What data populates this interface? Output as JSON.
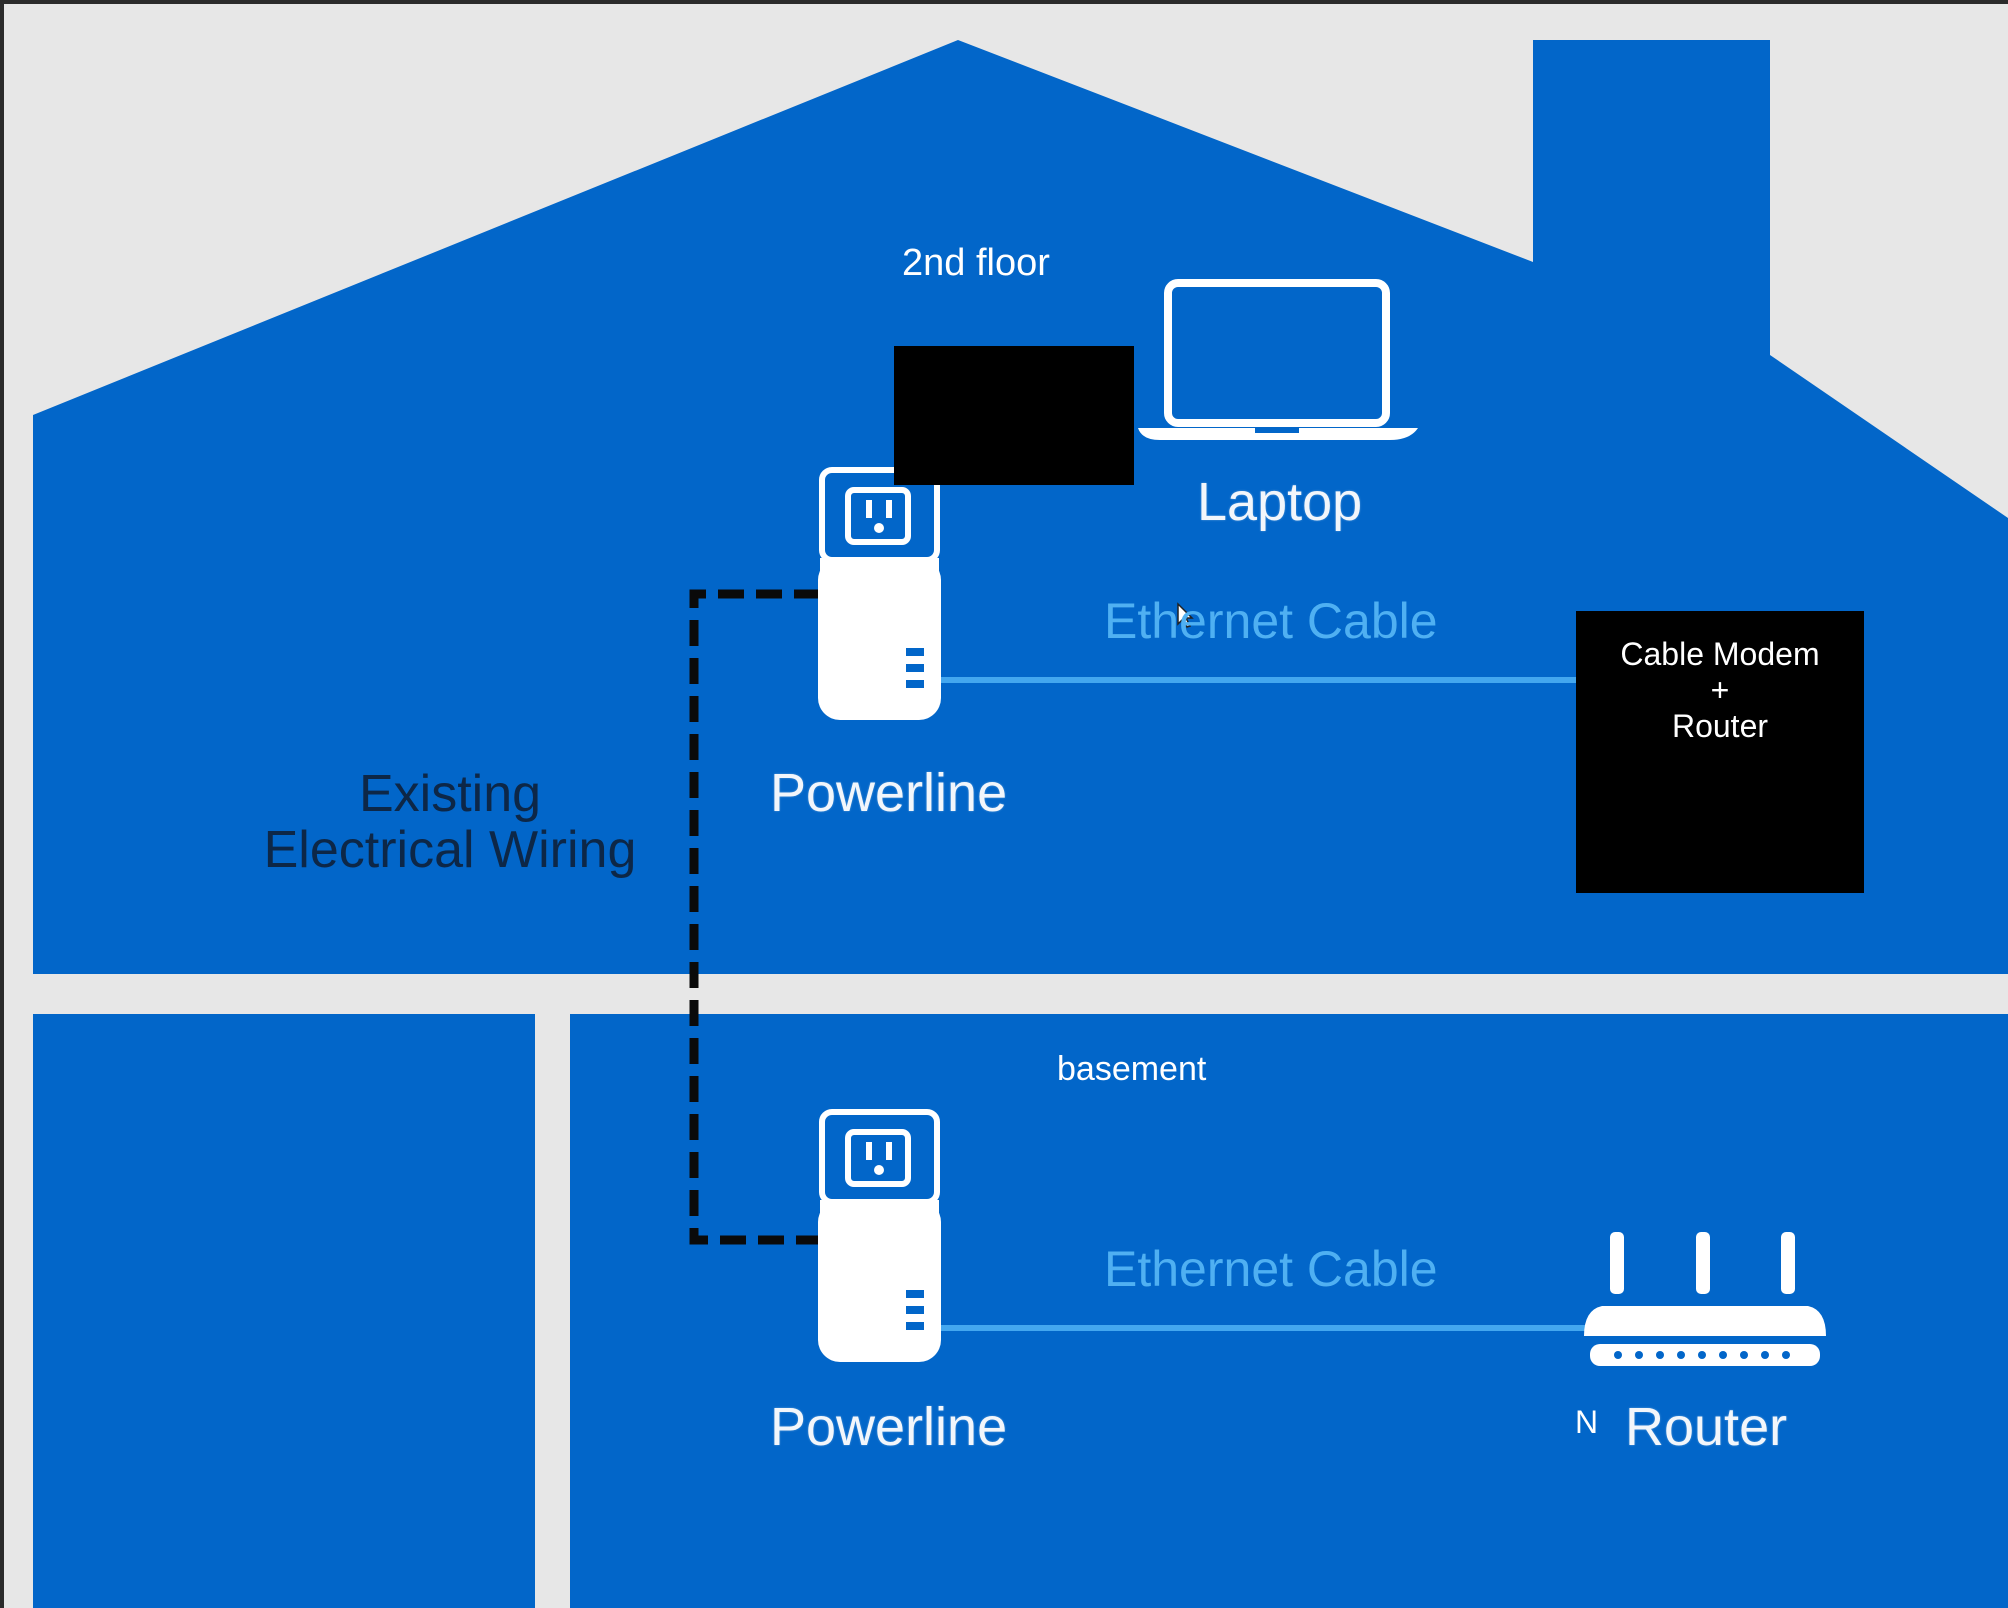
{
  "floors": {
    "upper": {
      "title": "2nd floor",
      "powerline_label": "Powerline",
      "laptop_label": "Laptop",
      "cable_label": "Ethernet Cable",
      "modem_label_lines": [
        "Cable Modem",
        "+",
        "Router"
      ]
    },
    "lower": {
      "title": "basement",
      "powerline_label": "Powerline",
      "cable_label": "Ethernet Cable",
      "router_prefix": "N",
      "router_label": "Router"
    }
  },
  "wiring_label_lines": [
    "Existing",
    "Electrical Wiring"
  ],
  "colors": {
    "background": "#e7e7e7",
    "house": "#0266c9",
    "cable": "#43a7ef",
    "device": "#ffffff",
    "wiring": "#0a0a0a",
    "redaction": "#000000"
  }
}
